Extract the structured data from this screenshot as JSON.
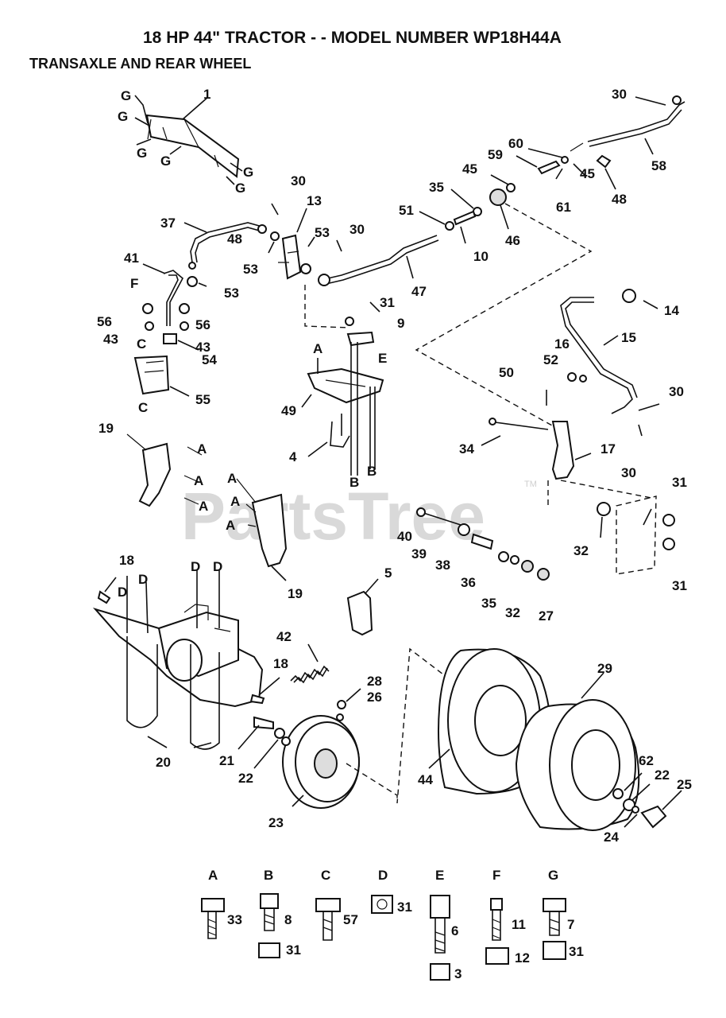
{
  "header": {
    "title": "18 HP 44\" TRACTOR - - MODEL NUMBER WP18H44A",
    "subtitle": "TRANSAXLE AND REAR WHEEL"
  },
  "watermark": {
    "text": "PartsTree",
    "tm": "TM"
  },
  "callouts": {
    "n1": "1",
    "n30a": "30",
    "n58": "58",
    "n60": "60",
    "n59": "59",
    "n45a": "45",
    "n45b": "45",
    "n61": "61",
    "n48a": "48",
    "n30b": "30",
    "n13": "13",
    "n35a": "35",
    "n51": "51",
    "n10": "10",
    "n46": "46",
    "n37": "37",
    "n48b": "48",
    "n53a": "53",
    "n53b": "53",
    "n30c": "30",
    "n53c": "53",
    "n47": "47",
    "n41": "41",
    "nF": "F",
    "n56a": "56",
    "n56b": "56",
    "n43a": "43",
    "n43b": "43",
    "n54": "54",
    "n55": "55",
    "n31a": "31",
    "n9": "9",
    "nE": "E",
    "n14": "14",
    "n15": "15",
    "n16": "16",
    "n52": "52",
    "n50": "50",
    "n30d": "30",
    "n30e": "30",
    "n34": "34",
    "n17": "17",
    "n49": "49",
    "n4": "4",
    "nB1": "B",
    "nB2": "B",
    "nA1": "A",
    "n19a": "19",
    "n19b": "19",
    "n31b": "31",
    "n31c": "31",
    "n32a": "32",
    "n32b": "32",
    "n40": "40",
    "n39": "39",
    "n38": "38",
    "n36": "36",
    "n35b": "35",
    "n27": "27",
    "n5": "5",
    "n18a": "18",
    "n18b": "18",
    "n42": "42",
    "n28": "28",
    "n26": "26",
    "n29": "29",
    "n20": "20",
    "n21": "21",
    "n22a": "22",
    "n22b": "22",
    "n23": "23",
    "n44": "44",
    "n62": "62",
    "n25": "25",
    "n24": "24",
    "gA": "A",
    "gB": "B",
    "gC": "C",
    "gD": "D",
    "gE": "E",
    "gF": "F",
    "gG": "G"
  },
  "hardware_key": [
    {
      "letter": "A",
      "parts": [
        "33"
      ]
    },
    {
      "letter": "B",
      "parts": [
        "8",
        "31"
      ]
    },
    {
      "letter": "C",
      "parts": [
        "57"
      ]
    },
    {
      "letter": "D",
      "parts": [
        "31"
      ]
    },
    {
      "letter": "E",
      "parts": [
        "6",
        "3"
      ]
    },
    {
      "letter": "F",
      "parts": [
        "11",
        "12"
      ]
    },
    {
      "letter": "G",
      "parts": [
        "7",
        "31"
      ]
    }
  ]
}
